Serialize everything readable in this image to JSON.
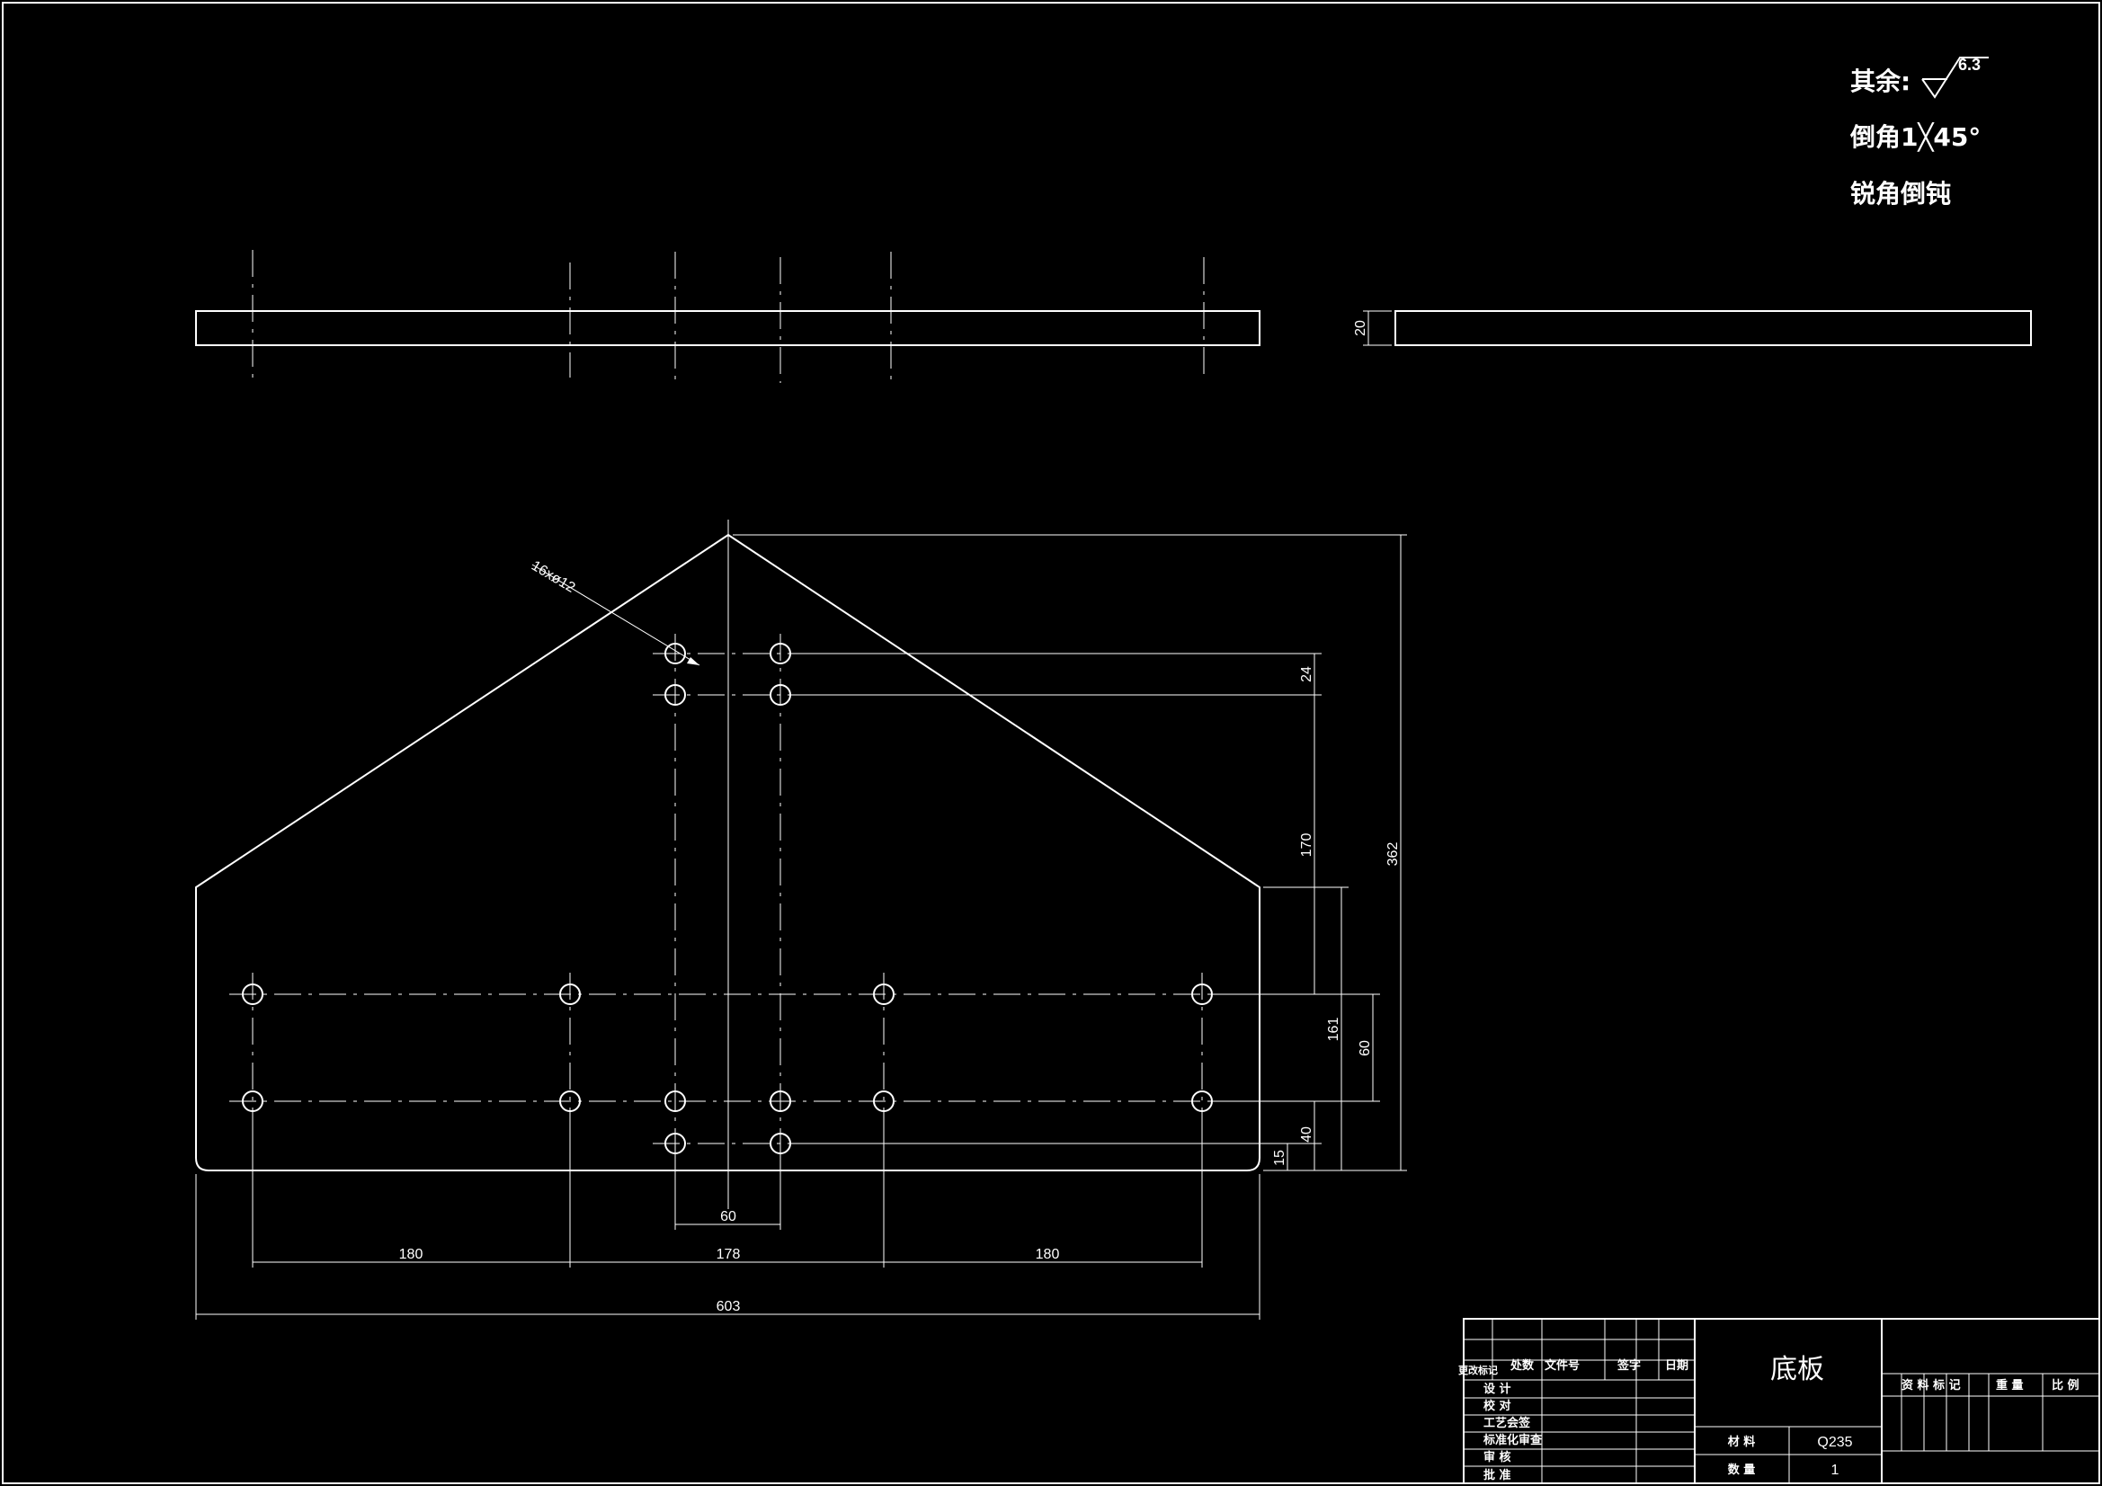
{
  "notes": {
    "rest_prefix": "其余:",
    "rest_value": "6.3",
    "chamfer": "倒角1╳45°",
    "blunt": "锐角倒钝"
  },
  "dims": {
    "thickness": "20",
    "holes": "16xø12",
    "d24": "24",
    "d170": "170",
    "d362": "362",
    "d161": "161",
    "d60v": "60",
    "d40": "40",
    "d15": "15",
    "d60h": "60",
    "d180a": "180",
    "d178": "178",
    "d180b": "180",
    "d603": "603"
  },
  "title_block": {
    "part_name": "底板",
    "material_label": "材 料",
    "material_value": "Q235",
    "qty_label": "数 量",
    "qty_value": "1",
    "col_change": "更改标记",
    "col_count": "处数",
    "col_file": "文件号",
    "col_sign": "签字",
    "col_date": "日期",
    "row_design": "设 计",
    "row_check": "校 对",
    "row_process": "工艺会签",
    "row_standard": "标准化审查",
    "row_review": "审 核",
    "row_approve": "批 准",
    "hdr_mark": "资 料 标 记",
    "hdr_weight": "重 量",
    "hdr_scale": "比 例"
  }
}
